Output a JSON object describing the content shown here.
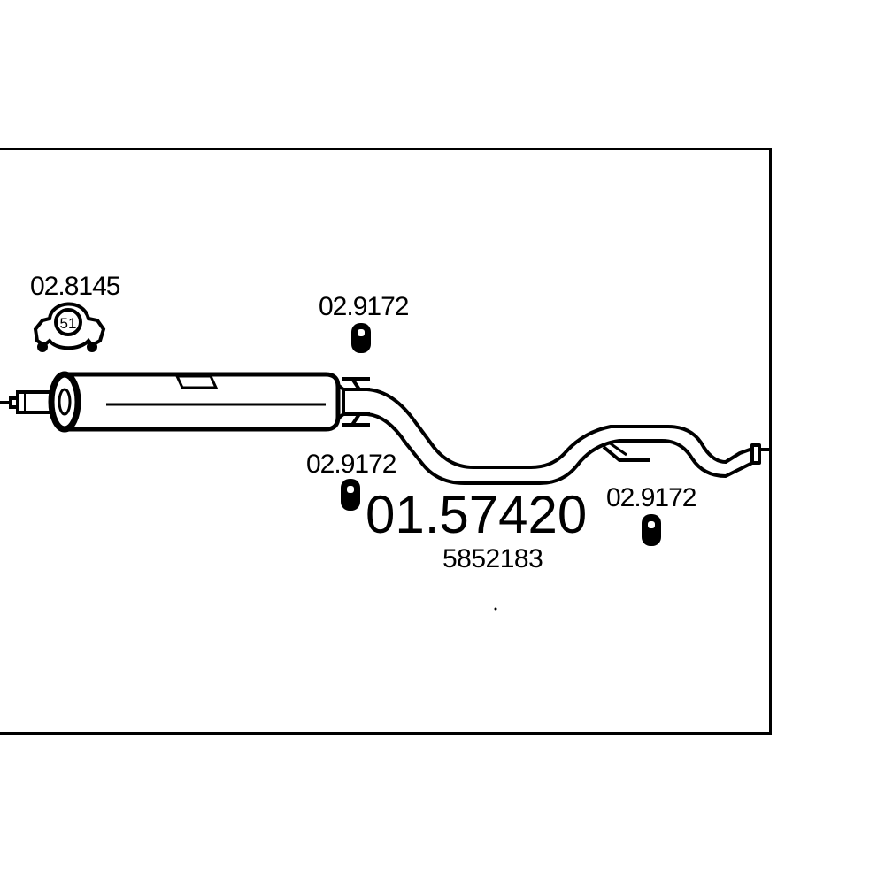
{
  "diagram": {
    "part_number": "01.57420",
    "reference_number": "5852183",
    "clamp_label": "02.8145",
    "clamp_size": "51",
    "hanger_label_top": "02.9172",
    "hanger_label_left": "02.9172",
    "hanger_label_right": "02.9172"
  }
}
